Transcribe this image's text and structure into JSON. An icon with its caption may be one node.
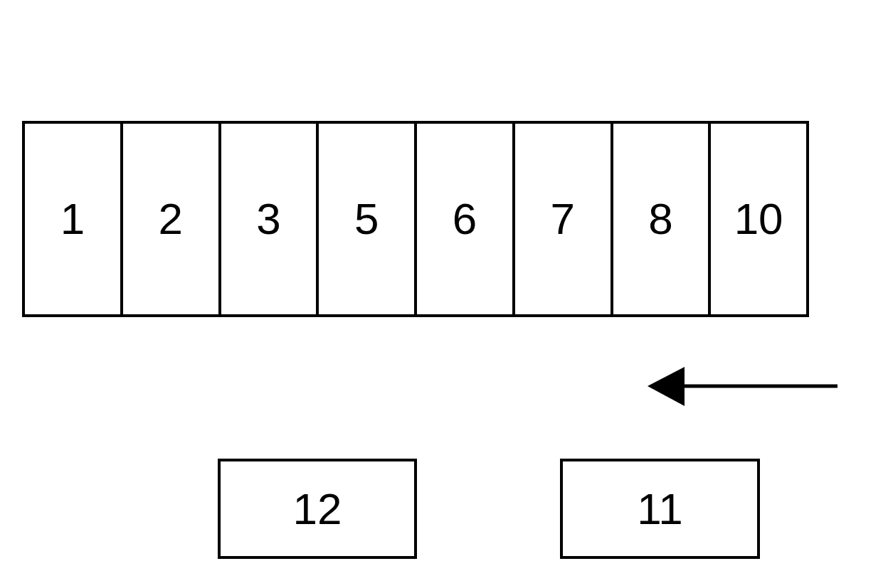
{
  "diagram": {
    "nodes": [
      {
        "text": [
          "1"
        ]
      },
      {
        "text": [
          "2"
        ]
      },
      {
        "text": [
          "3"
        ]
      },
      {
        "text": [
          "5"
        ]
      },
      {
        "text": [
          "6"
        ]
      },
      {
        "text": [
          "7"
        ]
      },
      {
        "text": [
          "8"
        ]
      },
      {
        "text": [
          "10"
        ]
      },
      {
        "text": [
          "12"
        ]
      },
      {
        "text": [
          "11"
        ]
      }
    ]
  }
}
